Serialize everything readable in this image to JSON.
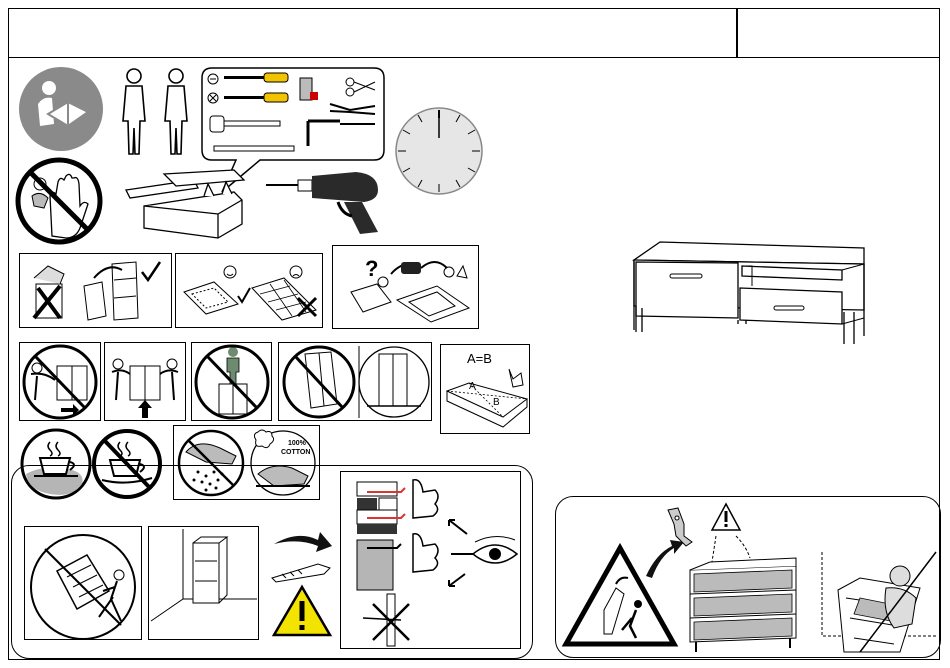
{
  "header": {
    "title": "",
    "code": ""
  },
  "labels": {
    "ab_equation": "A=B",
    "ab_a": "A",
    "ab_b": "B",
    "cotton_percent": "100%",
    "cotton_word": "COTTON"
  },
  "icons": [
    "read-manual-icon",
    "two-persons-icon",
    "tools-icon",
    "no-children-icon",
    "toolbox-icon",
    "drill-icon",
    "clock-icon",
    "recycle-packaging-icon",
    "assemble-on-soft-surface-icon",
    "contact-support-icon",
    "no-push-icon",
    "lift-together-icon",
    "no-stand-on-icon",
    "level-floor-icon",
    "equal-diagonals-icon",
    "hot-dish-on-coaster-icon",
    "no-hot-dish-icon",
    "no-wet-cleaning-icon",
    "cotton-cloth-icon",
    "tip-over-hazard-icon",
    "wall-anchoring-icon",
    "furniture-illustration",
    "anti-tip-warning-icon"
  ],
  "colors": {
    "stroke": "#000000",
    "warning_yellow": "#f2e400",
    "clock_grey": "#e6e6e6",
    "drill_grey": "#2a2a2a"
  }
}
